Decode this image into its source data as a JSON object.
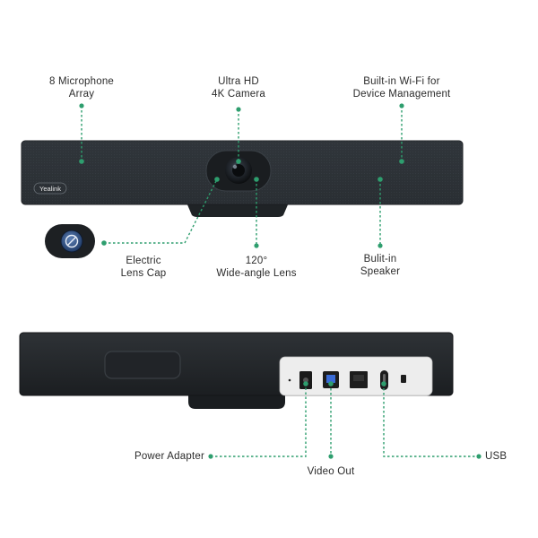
{
  "brand": "Yealink",
  "colors": {
    "accent": "#2e9e6e",
    "device_body": "#2c3136",
    "device_dark": "#1c1f22",
    "lens_ring": "#4a6aa0"
  },
  "front_callouts": [
    {
      "id": "mic",
      "lines": [
        "8 Microphone",
        "Array"
      ]
    },
    {
      "id": "camera",
      "lines": [
        "Ultra HD",
        "4K Camera"
      ]
    },
    {
      "id": "wifi",
      "lines": [
        "Built-in Wi-Fi for",
        "Device Management"
      ]
    },
    {
      "id": "lenscap",
      "lines": [
        "Electric",
        "Lens Cap"
      ]
    },
    {
      "id": "wideangle",
      "lines": [
        "120°",
        "Wide-angle Lens"
      ]
    },
    {
      "id": "speaker",
      "lines": [
        "Bulit-in",
        "Speaker"
      ]
    }
  ],
  "rear_callouts": [
    {
      "id": "power",
      "lines": [
        "Power Adapter"
      ]
    },
    {
      "id": "video",
      "lines": [
        "Video Out"
      ]
    },
    {
      "id": "usb",
      "lines": [
        "USB"
      ]
    }
  ],
  "icons": {
    "lens_cap": "no-entry-slash-icon",
    "ports": [
      "power-port-icon",
      "usb-b-port-icon",
      "ethernet-port-icon",
      "usb-c-port-icon",
      "kensington-lock-icon"
    ]
  }
}
